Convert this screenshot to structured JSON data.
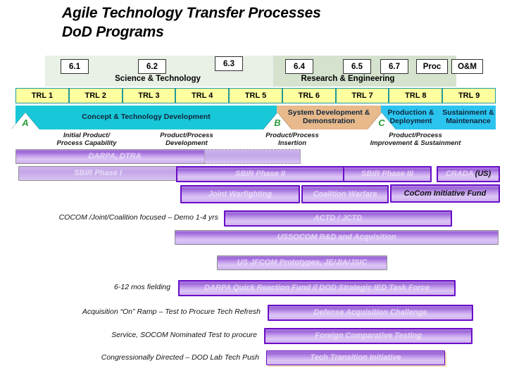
{
  "title": {
    "line1": "Agile Technology Transfer Processes",
    "line2": "DoD Programs"
  },
  "budget": {
    "boxes": [
      {
        "label": "6.1"
      },
      {
        "label": "6.2"
      },
      {
        "label": "6.3"
      },
      {
        "label": "6.4"
      },
      {
        "label": "6.5"
      },
      {
        "label": "6.7"
      },
      {
        "label": "Proc"
      },
      {
        "label": "O&M"
      }
    ],
    "group_st": "Science & Technology",
    "group_re": "Research & Engineering",
    "color_st": "#e9f0e6",
    "color_re": "#d5e2cd"
  },
  "trl": {
    "cells": [
      "TRL 1",
      "TRL 2",
      "TRL 3",
      "TRL 4",
      "TRL 5",
      "TRL 6",
      "TRL 7",
      "TRL 8",
      "TRL 9"
    ],
    "fill": "#ffffa0",
    "border": "#1f9a9a"
  },
  "phases": {
    "segments": [
      {
        "label": "Concept & Technology Development",
        "color": "#18c8d8"
      },
      {
        "label": "System Development & Demonstration",
        "color": "#e8b98a"
      },
      {
        "label": "Production & Deployment",
        "color": "#2bc4ef"
      },
      {
        "label": "Sustainment & Maintenance",
        "color": "#2bc4ef"
      }
    ],
    "milestones": [
      {
        "letter": "A"
      },
      {
        "letter": "B"
      },
      {
        "letter": "C"
      }
    ],
    "milestone_color": "#2b9c3c"
  },
  "captions": [
    {
      "line1": "Initial Product/",
      "line2": "Process Capability"
    },
    {
      "line1": "Product/Process",
      "line2": "Development"
    },
    {
      "line1": "Product/Process",
      "line2": "Insertion"
    },
    {
      "line1": "Product/Process",
      "line2": "Improvement & Sustainment"
    }
  ],
  "programs": [
    {
      "label": "DARPA, DTRA"
    },
    {
      "label": ""
    },
    {
      "label": "SBIR Phase I"
    },
    {
      "label": "SBIR Phase II"
    },
    {
      "label": "SBIR Phase III"
    },
    {
      "label": "CRADA"
    },
    {
      "label": "(US)"
    },
    {
      "label": "Joint Warfighting"
    },
    {
      "label": "Coalition Warfare"
    },
    {
      "label": "CoCom Initiative Fund"
    },
    {
      "label": "ACTD / JCTD"
    },
    {
      "label": "USSOCOM R&D and Acquisition"
    },
    {
      "label": "US JFCOM Prototypes, JE/JIA/JSIC"
    },
    {
      "label": "DARPA Quick Reaction Fund // DOD  Strategic IED Task Force"
    },
    {
      "label": "Defense Acquisition Challenge"
    },
    {
      "label": "Foreign Comparative Testing"
    },
    {
      "label": "Tech Transition Initiative"
    }
  ],
  "side_labels": [
    {
      "text": "COCOM /Joint/Coalition focused – Demo 1-4 yrs"
    },
    {
      "text": "6-12 mos fielding"
    },
    {
      "text": "Acquisition “On” Ramp – Test to Procure Tech Refresh"
    },
    {
      "text": "Service, SOCOM  Nominated Test to procure"
    },
    {
      "text": "Congressionally Directed – DOD Lab Tech Push"
    }
  ],
  "colors": {
    "bar_border_purple": "#6a0dc8",
    "bar_border_grey": "#8f8f8f",
    "cyan": "#18c8d8",
    "tan": "#e8b98a"
  }
}
